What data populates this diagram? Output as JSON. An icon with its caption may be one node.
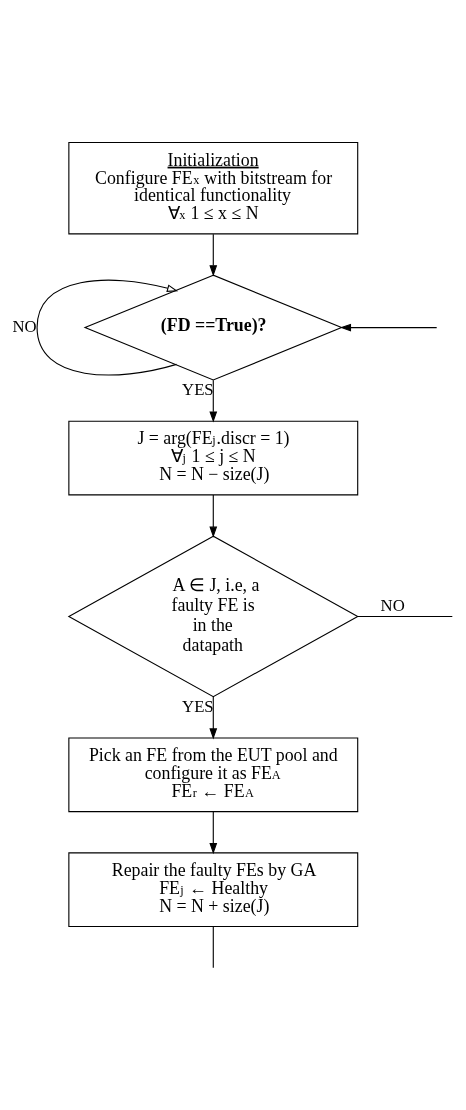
{
  "diagram": {
    "nodes": [
      {
        "text": [
          "Initialization",
          "Configure FE$_{x}$ with bitstream for identical functionality",
          "∀$_{x}$ 1 ≤ x ≤ N"
        ]
      },
      {
        "text": [
          "(FD ==True)?"
        ]
      },
      {
        "text": [
          "J = arg(FE$_{j}$.discr = 1)",
          "∀$_{j}$ 1 ≤ j ≤ N",
          "N = N − size(J)"
        ]
      },
      {
        "text": [
          "A ∈ J, i.e, a faulty FE is in the datapath"
        ]
      },
      {
        "text": [
          "Pick an FE from the EUT pool and configure it as FE$_{A}$",
          "FE$_{r}$ ← FE$_{A}$"
        ]
      },
      {
        "text": [
          "Repair the faulty FEs by GA",
          "FE$_{j}$ ← Healthy",
          "N = N + size(J)"
        ]
      }
    ],
    "edges": [
      {
        "from": 0,
        "to": 1,
        "arrow": "to"
      },
      {
        "from": 1,
        "to": 1,
        "arrow": "to",
        "label": "NO"
      },
      {
        "from": null,
        "to": 1,
        "arrow": "to"
      },
      {
        "from": 1,
        "to": 2,
        "arrow": "to",
        "label": "YES"
      },
      {
        "from": 2,
        "to": 3,
        "arrow": "to"
      },
      {
        "from": 3,
        "to": null,
        "arrow": "none",
        "label": "NO"
      },
      {
        "from": 3,
        "to": 4,
        "arrow": "to",
        "label": "YES"
      },
      {
        "from": 4,
        "to": 5,
        "arrow": "to"
      },
      {
        "from": 5,
        "to": null,
        "arrow": "none"
      }
    ]
  }
}
